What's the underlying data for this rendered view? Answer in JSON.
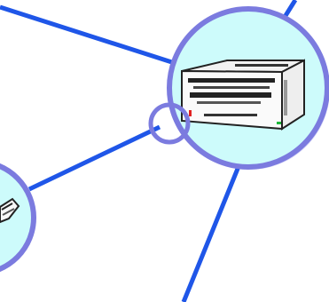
{
  "diagram": {
    "type": "network-topology",
    "nodes": [
      {
        "id": "printer-node",
        "device": "printer-icon",
        "fill": "#cdfbfb",
        "ring": "#7b7bdf"
      },
      {
        "id": "left-node",
        "device": "device-icon",
        "fill": "#cdfbfb",
        "ring": "#7b7bdf"
      }
    ],
    "connector": {
      "ring": "#7b7bdf"
    },
    "links": [
      {
        "id": "link-top-left",
        "color": "#1f56e8"
      },
      {
        "id": "link-top-right",
        "color": "#1f56e8"
      },
      {
        "id": "link-left-node",
        "color": "#1f56e8"
      },
      {
        "id": "link-bottom",
        "color": "#1f56e8"
      }
    ]
  }
}
